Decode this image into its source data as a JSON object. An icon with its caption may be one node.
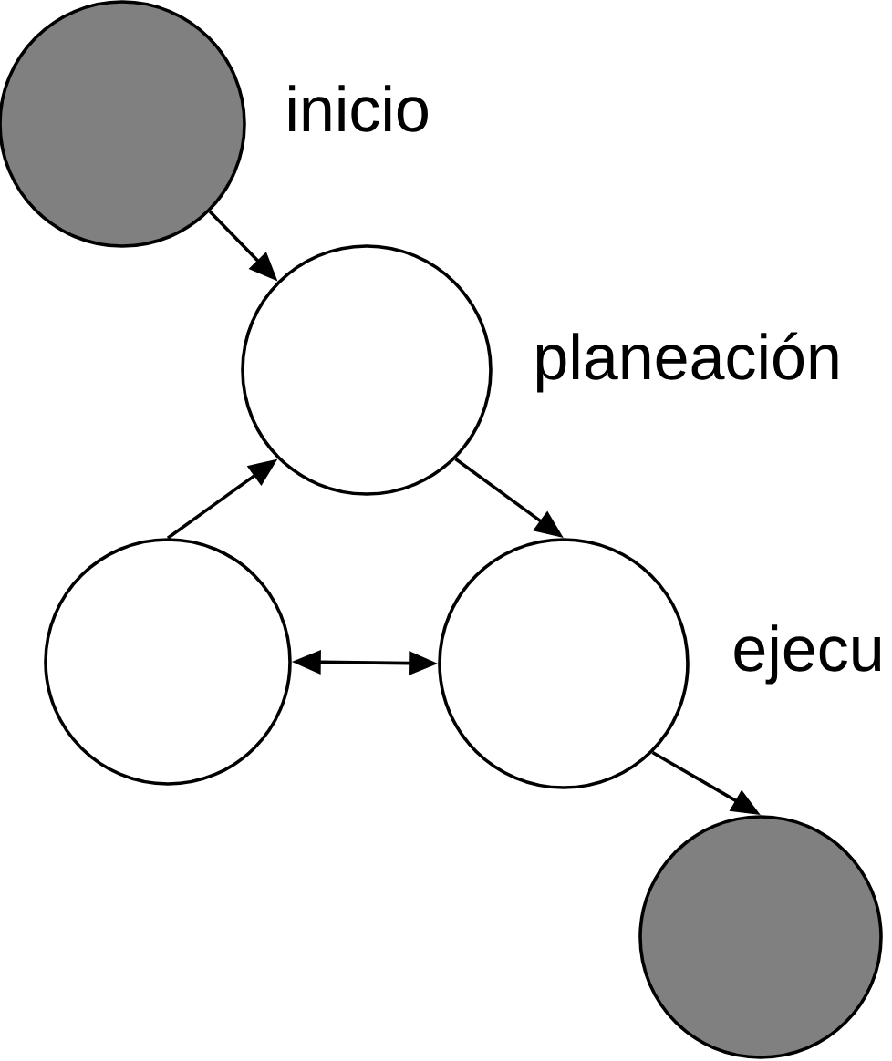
{
  "diagram": {
    "nodes": [
      {
        "text": [],
        "shape": "circle",
        "beside": [
          "inicio"
        ]
      },
      {
        "text": [],
        "shape": "circle",
        "beside": [
          "planeación"
        ]
      },
      {
        "text": [],
        "shape": "circle"
      },
      {
        "text": [],
        "shape": "circle",
        "beside": [
          "ejecu"
        ]
      },
      {
        "text": [],
        "shape": "circle"
      }
    ],
    "edges": [
      {
        "from": 0,
        "to": 1,
        "arrow": "to"
      },
      {
        "from": 2,
        "to": 1,
        "arrow": "to"
      },
      {
        "from": 1,
        "to": 3,
        "arrow": "to"
      },
      {
        "from": 2,
        "to": 3,
        "arrow": "both"
      },
      {
        "from": 3,
        "to": 4,
        "arrow": "to"
      }
    ]
  }
}
